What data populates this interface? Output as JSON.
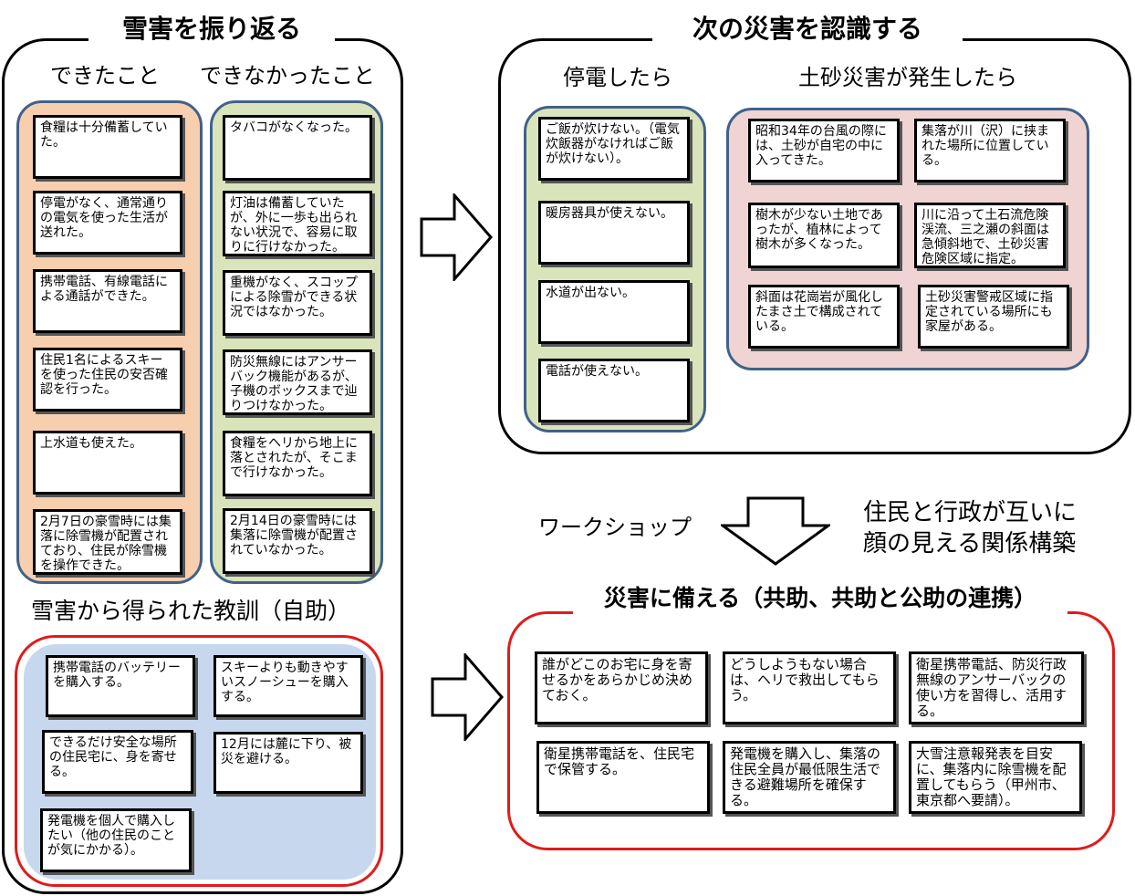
{
  "left_panel": {
    "title": "雪害を振り返る",
    "can_header": "できたこと",
    "cannot_header": "できなかったこと",
    "can_items": [
      "食糧は十分備蓄していた。",
      "停電がなく、通常通りの電気を使った生活が送れた。",
      "携帯電話、有線電話による通話ができた。",
      "住民1名によるスキーを使った住民の安否確認を行った。",
      "上水道も使えた。",
      "2月7日の豪雪時には集落に除雪機が配置されており、住民が除雪機を操作できた。"
    ],
    "cannot_items": [
      "タバコがなくなった。",
      "灯油は備蓄していたが、外に一歩も出られない状況で、容易に取りに行けなかった。",
      "重機がなく、スコップによる除雪ができる状況ではなかった。",
      "防災無線にはアンサーバック機能があるが、子機のボックスまで辿りつけなかった。",
      "食糧をヘリから地上に落とされたが、そこまで行けなかった。",
      "2月14日の豪雪時には集落に除雪機が配置されていなかった。"
    ],
    "lessons_title": "雪害から得られた教訓（自助）",
    "lessons": [
      "携帯電話のバッテリーを購入する。",
      "スキーよりも動きやすいスノーシューを購入する。",
      "できるだけ安全な場所の住民宅に、身を寄せる。",
      "12月には麓に下り、被災を避ける。",
      "発電機を個人で購入したい（他の住民のことが気にかかる）。"
    ]
  },
  "right_panel": {
    "title": "次の災害を認識する",
    "outage_header": "停電したら",
    "landslide_header": "土砂災害が発生したら",
    "outage_items": [
      "ご飯が炊けない。（電気炊飯器がなければご飯が炊けない）。",
      "暖房器具が使えない。",
      "水道が出ない。",
      "電話が使えない。"
    ],
    "landslide_items": [
      "昭和34年の台風の際には、土砂が自宅の中に入ってきた。",
      "集落が川（沢）に挟まれた場所に位置している。",
      "樹木が少ない土地であったが、植林によって樹木が多くなった。",
      "川に沿って土石流危険渓流、三之瀬の斜面は急傾斜地で、土砂災害危険区域に指定。",
      "斜面は花崗岩が風化したまさ土で構成されている。",
      "土砂災害警戒区域に指定されている場所にも家屋がある。"
    ]
  },
  "middle": {
    "workshop_label": "ワークショップ",
    "relationship_line1": "住民と行政が互いに",
    "relationship_line2": "顔の見える関係構築"
  },
  "prepare_panel": {
    "title": "災害に備える（共助、共助と公助の連携）",
    "items": [
      "誰がどこのお宅に身を寄せるかをあらかじめ決めておく。",
      "どうしようもない場合は、ヘリで救出してもらう。",
      "衛星携帯電話、防災行政無線のアンサーバックの使い方を習得し、活用する。",
      "衛星携帯電話を、住民宅で保管する。",
      "発電機を購入し、集落の住民全員が最低限生活できる避難場所を確保する。",
      "大雪注意報発表を目安に、集落内に除雪機を配置してもらう（甲州市、東京都へ要請）。"
    ]
  },
  "colors": {
    "orange_group": "#f8cfae",
    "green_group": "#d9e4bb",
    "pink_group": "#efd4d3",
    "blue_group": "#c7d8ee",
    "group_border": "#41618a",
    "red_border": "#e11b1b"
  },
  "icons": [
    "right-arrow-icon",
    "down-arrow-icon"
  ]
}
